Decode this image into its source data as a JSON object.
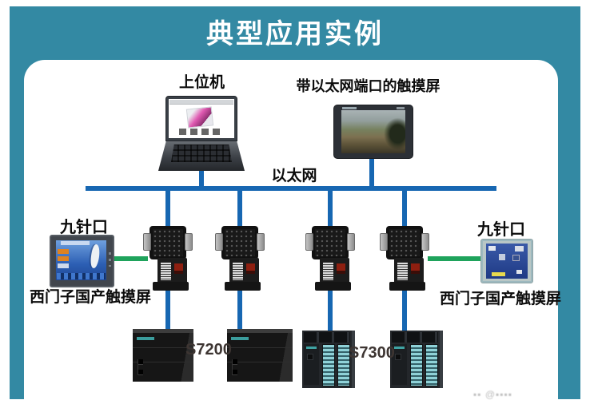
{
  "title": "典型应用实例",
  "labels": {
    "host_pc": "上位机",
    "ethernet_hmi": "带以太网端口的触摸屏",
    "ethernet_bus": "以太网",
    "nine_pin_port": "九针口",
    "siemens_touchscreen": "西门子国产触摸屏",
    "plc_s7200": "S7200",
    "plc_s7300": "S7300"
  },
  "watermark": "▪▪ @▪▪▪▪",
  "colors": {
    "background_teal": "#3389A3",
    "panel_white": "#FFFFFF",
    "ethernet_line_blue": "#1767B2",
    "serial_line_green": "#1FA35C"
  },
  "diagram": {
    "type": "network-topology",
    "bus": {
      "name": "以太网",
      "color": "#1767B2"
    },
    "nodes": [
      {
        "id": "host-pc",
        "label": "上位机",
        "kind": "laptop",
        "connected_to": "ethernet-bus"
      },
      {
        "id": "ethernet-hmi",
        "label": "带以太网端口的触摸屏",
        "kind": "hmi-panel",
        "connected_to": "ethernet-bus"
      },
      {
        "id": "dp-connector-1",
        "kind": "dp-connector",
        "connected_to": "ethernet-bus"
      },
      {
        "id": "dp-connector-2",
        "kind": "dp-connector",
        "connected_to": "ethernet-bus"
      },
      {
        "id": "dp-connector-3",
        "kind": "dp-connector",
        "connected_to": "ethernet-bus"
      },
      {
        "id": "dp-connector-4",
        "kind": "dp-connector",
        "connected_to": "ethernet-bus"
      },
      {
        "id": "touchscreen-left",
        "label": "西门子国产触摸屏",
        "port": "九针口",
        "kind": "hmi-panel",
        "connected_to": "dp-connector-1",
        "link_color": "#1FA35C"
      },
      {
        "id": "touchscreen-right",
        "label": "西门子国产触摸屏",
        "port": "九针口",
        "kind": "hmi-panel",
        "connected_to": "dp-connector-4",
        "link_color": "#1FA35C"
      },
      {
        "id": "plc-1",
        "label": "S7200",
        "kind": "plc",
        "connected_to": "dp-connector-1"
      },
      {
        "id": "plc-2",
        "label": "S7200",
        "kind": "plc",
        "connected_to": "dp-connector-2"
      },
      {
        "id": "plc-3",
        "label": "S7300",
        "kind": "plc",
        "connected_to": "dp-connector-3"
      },
      {
        "id": "plc-4",
        "label": "S7300",
        "kind": "plc",
        "connected_to": "dp-connector-4"
      }
    ]
  }
}
